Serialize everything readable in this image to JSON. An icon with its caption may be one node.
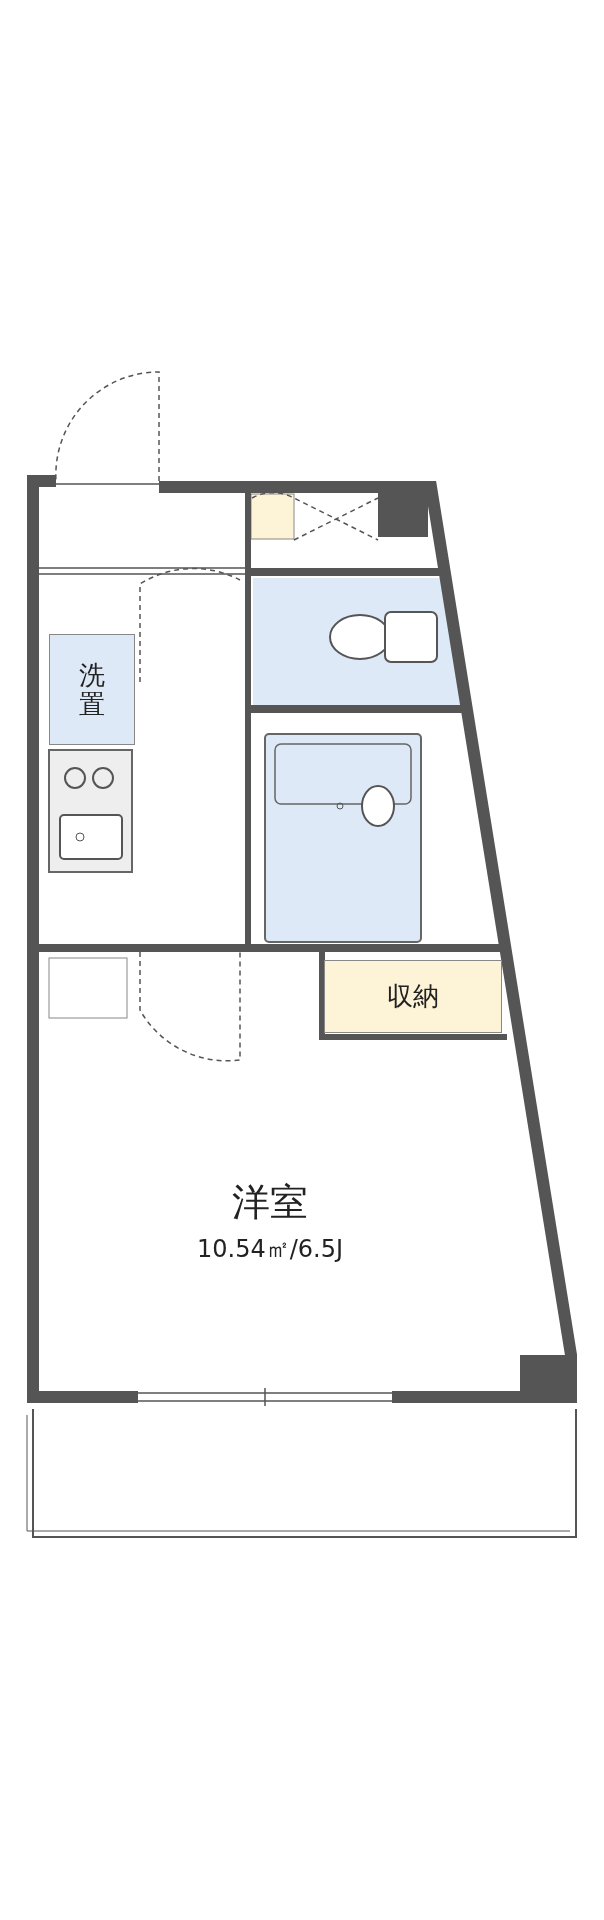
{
  "diagram": {
    "nodes": [
      {
        "text": [
          "洗置"
        ]
      },
      {
        "text": [
          "収納"
        ]
      },
      {
        "text": [
          "洋室",
          "10.54㎡/6.5J"
        ]
      }
    ]
  }
}
